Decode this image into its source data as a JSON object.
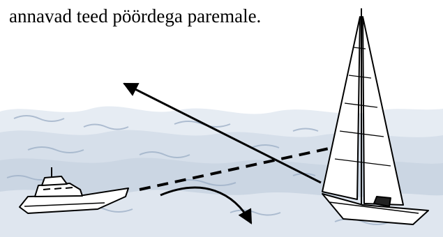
{
  "caption": {
    "text": "annavad teed pöördega paremale."
  },
  "colors": {
    "ink": "#000000",
    "water": "#c7d2e0",
    "water_dark": "#9fb1c8",
    "sail": "#ffffff"
  },
  "illustration": {
    "subject": "motorboat yielding to sailboat",
    "icons": [
      "motorboat-icon",
      "sailboat-icon",
      "course-arrow-icon",
      "turn-arrow-icon",
      "sight-line"
    ]
  }
}
